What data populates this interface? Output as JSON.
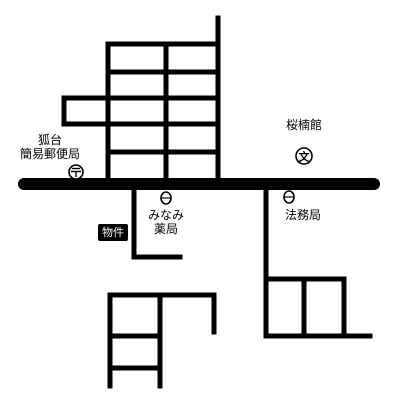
{
  "map": {
    "labels": {
      "post_office": "狐台\n簡易郵便局",
      "school": "桜楠館",
      "pharmacy": "みなみ\n薬局",
      "legal_bureau": "法務局"
    },
    "badge": "物件",
    "icons": {
      "post_office": "post-office-icon",
      "school": "school-icon",
      "pharmacy": "pharmacy-icon",
      "legal_bureau": "legal-bureau-icon"
    },
    "symbols": {
      "school": "文"
    }
  }
}
